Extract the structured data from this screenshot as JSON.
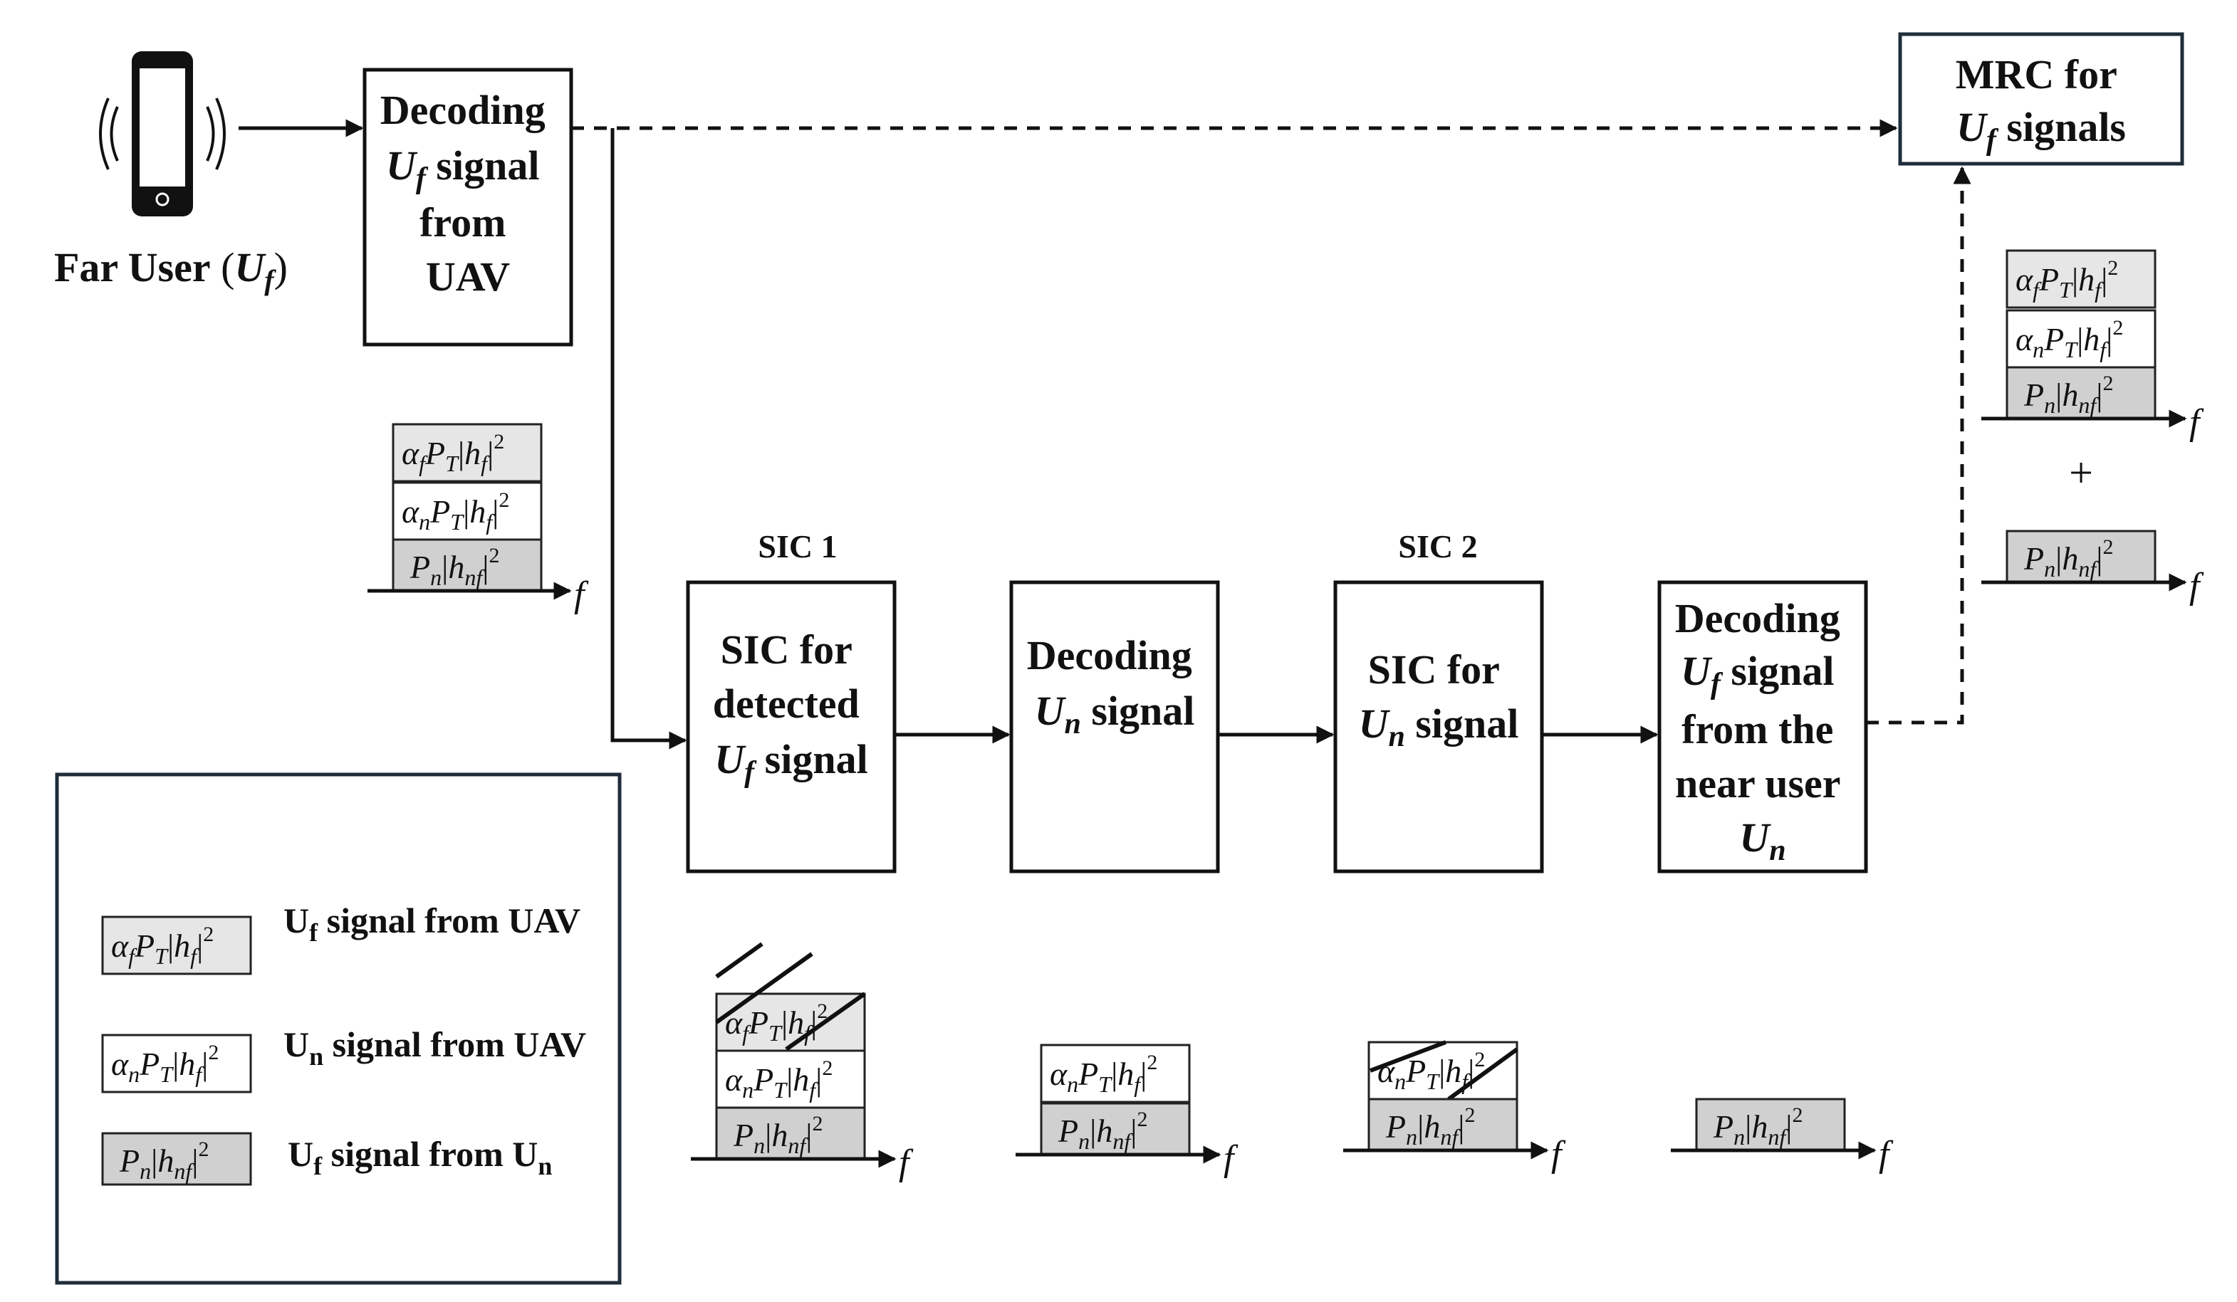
{
  "nodes": {
    "far_user": {
      "label": "Far User",
      "var": "U",
      "var_sub": "f"
    },
    "decode_uav": {
      "line1": "Decoding",
      "line2_var": "U",
      "line2_sub": "f",
      "line2_rest": " signal",
      "line3": "from",
      "line4": "UAV"
    },
    "sic1": {
      "title": "SIC 1",
      "line1": "SIC for",
      "line2": "detected",
      "line3_var": "U",
      "line3_sub": "f",
      "line3_rest": " signal"
    },
    "decode_un": {
      "line1": "Decoding",
      "line2_var": "U",
      "line2_sub": "n",
      "line2_rest": " signal"
    },
    "sic2": {
      "title": "SIC 2",
      "line1": "SIC for",
      "line2_var": "U",
      "line2_sub": "n",
      "line2_rest": " signal"
    },
    "decode_near": {
      "line1": "Decoding",
      "line2_var": "U",
      "line2_sub": "f",
      "line2_rest": " signal",
      "line3": "from the",
      "line4": "near user",
      "line5_var": "U",
      "line5_sub": "n"
    },
    "mrc": {
      "line1": "MRC for",
      "line2_var": "U",
      "line2_sub": "f",
      "line2_rest": " signals"
    }
  },
  "terms": {
    "t1": {
      "a": "α",
      "a_sub": "f",
      "p": "P",
      "p_sub": "T",
      "h": "h",
      "h_sub": "f",
      "exp": "2"
    },
    "t2": {
      "a": "α",
      "a_sub": "n",
      "p": "P",
      "p_sub": "T",
      "h": "h",
      "h_sub": "f",
      "exp": "2"
    },
    "t3": {
      "p": "P",
      "p_sub": "n",
      "h": "h",
      "h_sub": "nf",
      "exp": "2"
    }
  },
  "axis_label": "f",
  "plus_sign": "+",
  "legend": [
    {
      "var": "U",
      "sub": "f",
      "text": " signal from UAV",
      "fill": "#e6e6e6"
    },
    {
      "var": "U",
      "sub": "n",
      "text": " signal from UAV",
      "fill": "#ffffff"
    },
    {
      "var": "U",
      "sub": "f",
      "text": " signal from ",
      "var2": "U",
      "sub2": "n",
      "fill": "#d0d0d0"
    }
  ],
  "colors": {
    "power_high": "#e6e6e6",
    "power_low": "#ffffff",
    "relay": "#d0d0d0",
    "legend_border": "#1f2d3a"
  }
}
